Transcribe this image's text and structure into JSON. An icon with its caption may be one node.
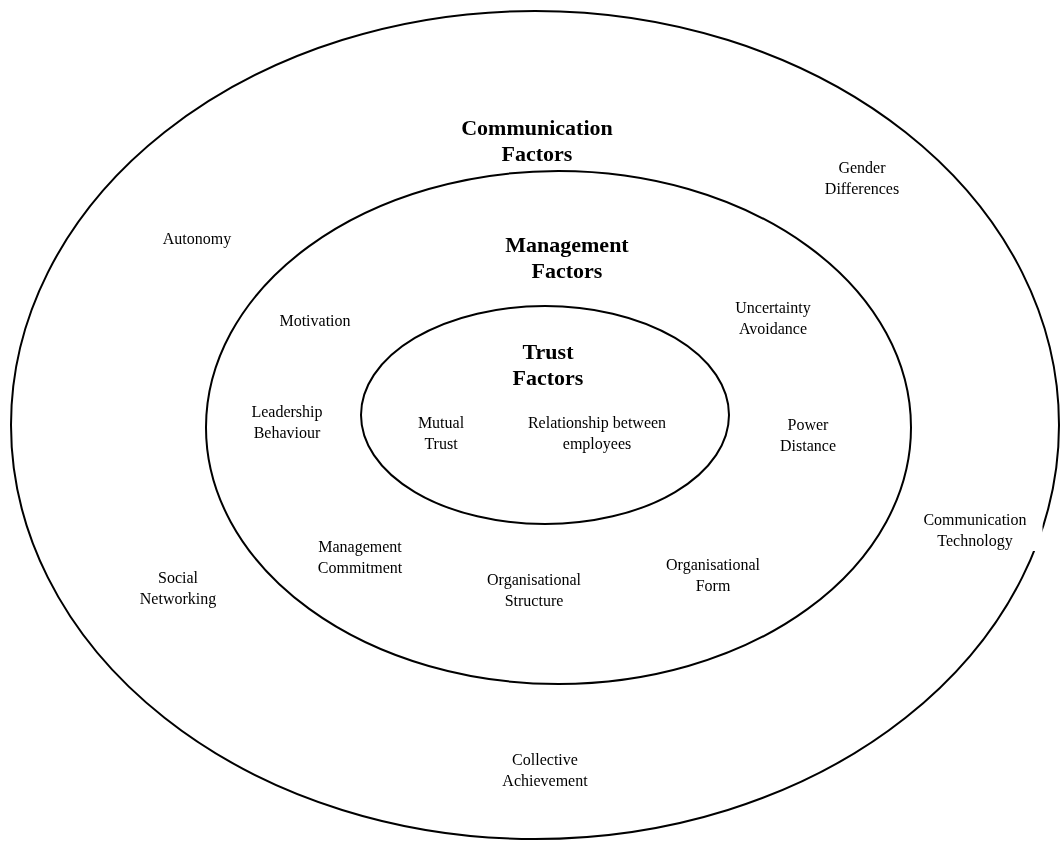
{
  "diagram": {
    "nodes": [
      {
        "text": [
          "Communication Factors",
          "Autonomy",
          "Gender Differences",
          "Social Networking",
          "Communication Technology",
          "Collective Achievement"
        ]
      },
      {
        "text": [
          "Management Factors",
          "Motivation",
          "Uncertainty Avoidance",
          "Leadership Behaviour",
          "Power Distance",
          "Management Commitment",
          "Organisational Structure",
          "Organisational Form"
        ],
        "in": 0
      },
      {
        "text": [
          "Trust Factors",
          "Mutual Trust",
          "Relationship between employees"
        ],
        "in": 1
      }
    ]
  }
}
